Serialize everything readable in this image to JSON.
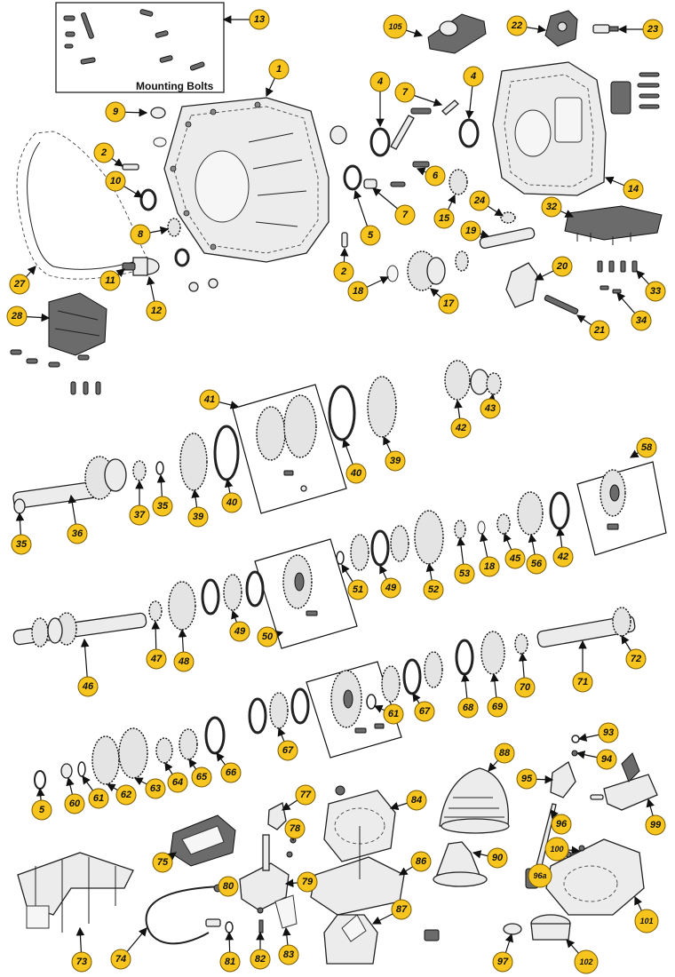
{
  "diagram": {
    "box_caption": "Mounting Bolts",
    "callouts": [
      {
        "id": "c13",
        "label": "13"
      },
      {
        "id": "c105",
        "label": "105"
      },
      {
        "id": "c22",
        "label": "22"
      },
      {
        "id": "c23",
        "label": "23"
      },
      {
        "id": "c1",
        "label": "1"
      },
      {
        "id": "c9",
        "label": "9"
      },
      {
        "id": "c4a",
        "label": "4"
      },
      {
        "id": "c7a",
        "label": "7"
      },
      {
        "id": "c4b",
        "label": "4"
      },
      {
        "id": "c2a",
        "label": "2"
      },
      {
        "id": "c10",
        "label": "10"
      },
      {
        "id": "c6",
        "label": "6"
      },
      {
        "id": "c7b",
        "label": "7"
      },
      {
        "id": "c14",
        "label": "14"
      },
      {
        "id": "c15",
        "label": "15"
      },
      {
        "id": "c24",
        "label": "24"
      },
      {
        "id": "c8",
        "label": "8"
      },
      {
        "id": "c5a",
        "label": "5"
      },
      {
        "id": "c32",
        "label": "32"
      },
      {
        "id": "c19",
        "label": "19"
      },
      {
        "id": "c2b",
        "label": "2"
      },
      {
        "id": "c20",
        "label": "20"
      },
      {
        "id": "c27",
        "label": "27"
      },
      {
        "id": "c11",
        "label": "11"
      },
      {
        "id": "c12",
        "label": "12"
      },
      {
        "id": "c18a",
        "label": "18"
      },
      {
        "id": "c17",
        "label": "17"
      },
      {
        "id": "c33",
        "label": "33"
      },
      {
        "id": "c28",
        "label": "28"
      },
      {
        "id": "c34",
        "label": "34"
      },
      {
        "id": "c21",
        "label": "21"
      },
      {
        "id": "c41",
        "label": "41"
      },
      {
        "id": "c42a",
        "label": "42"
      },
      {
        "id": "c43",
        "label": "43"
      },
      {
        "id": "c39a",
        "label": "39"
      },
      {
        "id": "c40a",
        "label": "40"
      },
      {
        "id": "c37",
        "label": "37"
      },
      {
        "id": "c35a",
        "label": "35"
      },
      {
        "id": "c39b",
        "label": "39"
      },
      {
        "id": "c40b",
        "label": "40"
      },
      {
        "id": "c58",
        "label": "58"
      },
      {
        "id": "c35b",
        "label": "35"
      },
      {
        "id": "c36",
        "label": "36"
      },
      {
        "id": "c53",
        "label": "53"
      },
      {
        "id": "c18b",
        "label": "18"
      },
      {
        "id": "c45",
        "label": "45"
      },
      {
        "id": "c56",
        "label": "56"
      },
      {
        "id": "c42b",
        "label": "42"
      },
      {
        "id": "c49a",
        "label": "49"
      },
      {
        "id": "c51",
        "label": "51"
      },
      {
        "id": "c52",
        "label": "52"
      },
      {
        "id": "c49b",
        "label": "49"
      },
      {
        "id": "c50",
        "label": "50"
      },
      {
        "id": "c47",
        "label": "47"
      },
      {
        "id": "c48",
        "label": "48"
      },
      {
        "id": "c72",
        "label": "72"
      },
      {
        "id": "c46",
        "label": "46"
      },
      {
        "id": "c71",
        "label": "71"
      },
      {
        "id": "c61a",
        "label": "61"
      },
      {
        "id": "c67a",
        "label": "67"
      },
      {
        "id": "c68",
        "label": "68"
      },
      {
        "id": "c69",
        "label": "69"
      },
      {
        "id": "c70",
        "label": "70"
      },
      {
        "id": "c67b",
        "label": "67"
      },
      {
        "id": "c93",
        "label": "93"
      },
      {
        "id": "c88",
        "label": "88"
      },
      {
        "id": "c94",
        "label": "94"
      },
      {
        "id": "c95",
        "label": "95"
      },
      {
        "id": "c66",
        "label": "66"
      },
      {
        "id": "c5b",
        "label": "5"
      },
      {
        "id": "c60",
        "label": "60"
      },
      {
        "id": "c61b",
        "label": "61"
      },
      {
        "id": "c62",
        "label": "62"
      },
      {
        "id": "c63",
        "label": "63"
      },
      {
        "id": "c64",
        "label": "64"
      },
      {
        "id": "c65",
        "label": "65"
      },
      {
        "id": "c77",
        "label": "77"
      },
      {
        "id": "c84",
        "label": "84"
      },
      {
        "id": "c99",
        "label": "99"
      },
      {
        "id": "c96",
        "label": "96"
      },
      {
        "id": "c78",
        "label": "78"
      },
      {
        "id": "c100",
        "label": "100"
      },
      {
        "id": "c75",
        "label": "75"
      },
      {
        "id": "c90",
        "label": "90"
      },
      {
        "id": "c86",
        "label": "86"
      },
      {
        "id": "c96a",
        "label": "96a"
      },
      {
        "id": "c79",
        "label": "79"
      },
      {
        "id": "c80",
        "label": "80"
      },
      {
        "id": "c101",
        "label": "101"
      },
      {
        "id": "c87",
        "label": "87"
      },
      {
        "id": "c73",
        "label": "73"
      },
      {
        "id": "c74",
        "label": "74"
      },
      {
        "id": "c81",
        "label": "81"
      },
      {
        "id": "c82",
        "label": "82"
      },
      {
        "id": "c83",
        "label": "83"
      },
      {
        "id": "c97",
        "label": "97"
      },
      {
        "id": "c102",
        "label": "102"
      }
    ]
  }
}
